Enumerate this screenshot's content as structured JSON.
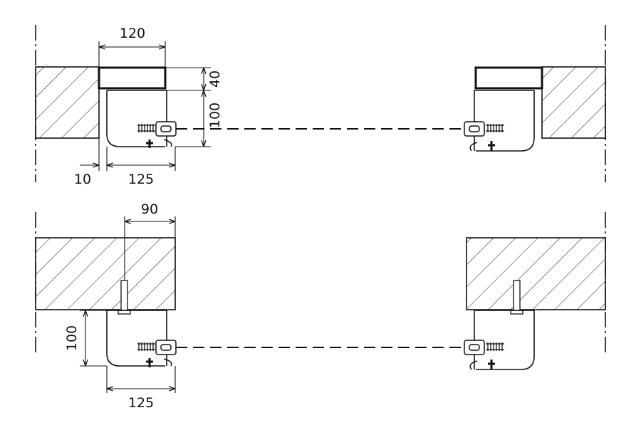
{
  "dimensions": {
    "top_box_width": "120",
    "top_box_height": "40",
    "top_profile_height": "100",
    "top_wall_gap": "10",
    "top_profile_width": "125",
    "bottom_offset": "90",
    "bottom_profile_height": "100",
    "bottom_profile_width": "125"
  },
  "colors": {
    "line": "#111111",
    "hatch": "#222222",
    "background": "#ffffff"
  }
}
